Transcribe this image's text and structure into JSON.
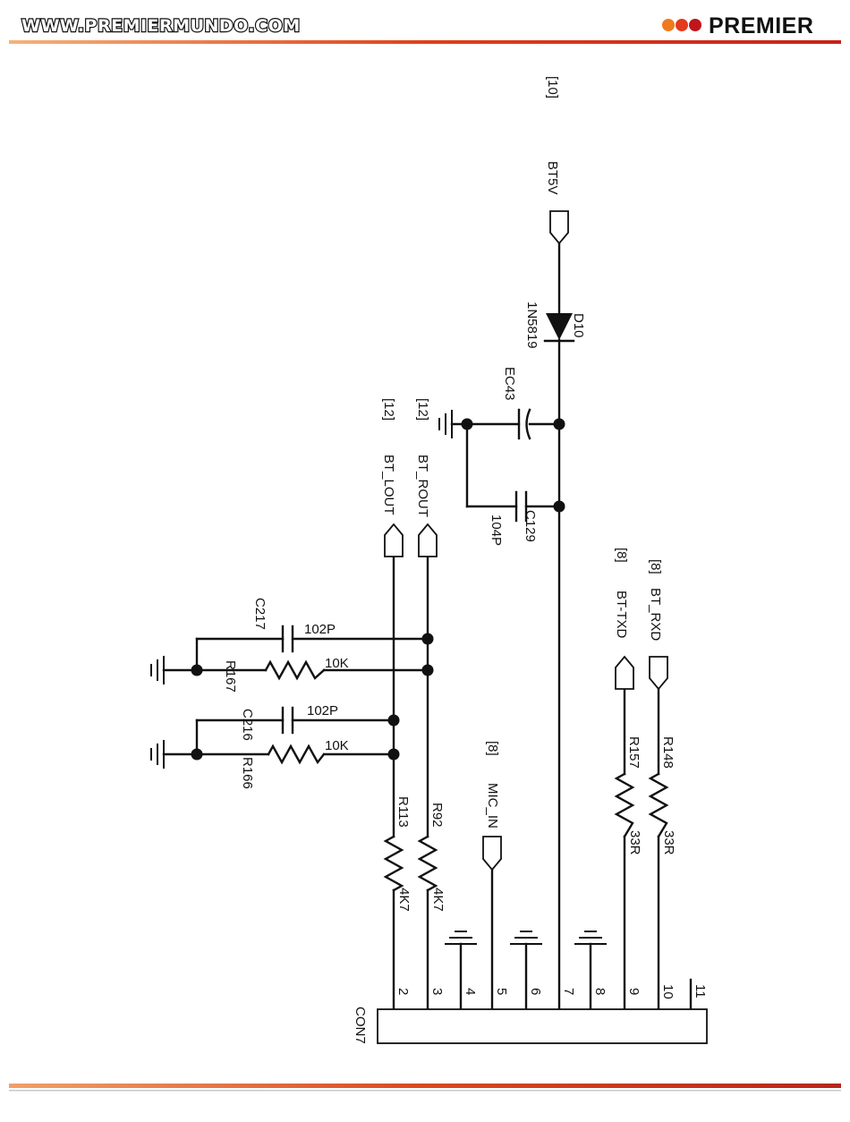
{
  "header": {
    "site_url": "WWW.PREMIERMUNDO.COM",
    "brand_name": "PREMIER",
    "brand_dot_colors": [
      "#f07a1e",
      "#e23b1d",
      "#c0151b"
    ],
    "rule_color": "#e0401a",
    "footer_rule_color": "#d9481f"
  },
  "nets": {
    "bt5v": "BT5V",
    "bt5v_ref": "[10]",
    "bt_lout": "BT_LOUT",
    "bt_lout_ref": "[12]",
    "bt_rout": "BT_ROUT",
    "bt_rout_ref": "[12]",
    "bt_txd": "BT-TXD",
    "bt_txd_ref": "[8]",
    "bt_rxd": "BT_RXD",
    "bt_rxd_ref": "[8]",
    "mic_in": "MIC_IN",
    "mic_in_ref": "[8]"
  },
  "components": {
    "d10": {
      "ref": "D10",
      "value": "1N5819"
    },
    "ec43": {
      "ref": "EC43"
    },
    "c129": {
      "ref": "C129",
      "value": "104P"
    },
    "c217": {
      "ref": "C217",
      "value": "102P"
    },
    "c216": {
      "ref": "C216",
      "value": "102P"
    },
    "r167": {
      "ref": "R167",
      "value": "10K"
    },
    "r166": {
      "ref": "R166",
      "value": "10K"
    },
    "r113": {
      "ref": "R113",
      "value": "4K7"
    },
    "r92": {
      "ref": "R92",
      "value": "4K7"
    },
    "r157": {
      "ref": "R157",
      "value": "33R"
    },
    "r148": {
      "ref": "R148",
      "value": "33R"
    }
  },
  "connector": {
    "ref": "CON7",
    "pins": [
      "2",
      "3",
      "4",
      "5",
      "6",
      "7",
      "8",
      "9",
      "10",
      "11"
    ]
  }
}
